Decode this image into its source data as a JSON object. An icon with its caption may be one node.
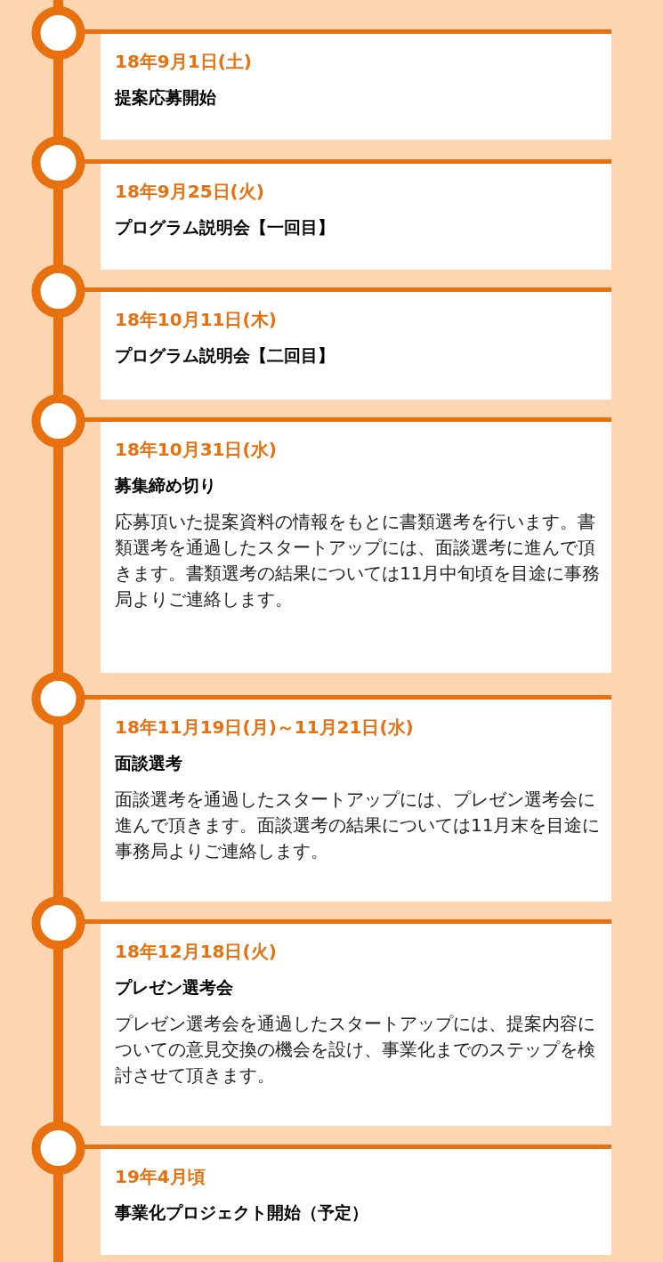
{
  "diagram": {
    "nodes": [
      {
        "text": [
          "18年9月1日(土)",
          "提案応募開始"
        ]
      },
      {
        "text": [
          "18年9月25日(火)",
          "プログラム説明会【一回目】"
        ]
      },
      {
        "text": [
          "18年10月11日(木)",
          "プログラム説明会【二回目】"
        ]
      },
      {
        "text": [
          "18年10月31日(水)",
          "募集締め切り",
          "応募頂いた提案資料の情報をもとに書類選考を行います。書類選考を通過したスタートアップには、面談選考に進んで頂きます。書類選考の結果については11月中旬頃を目途に事務局よりご連絡します。"
        ]
      },
      {
        "text": [
          "18年11月19日(月)～11月21日(水)",
          "面談選考",
          "面談選考を通過したスタートアップには、プレゼン選考会に進んで頂きます。面談選考の結果については11月末を目途に事務局よりご連絡します。"
        ]
      },
      {
        "text": [
          "18年12月18日(火)",
          "プレゼン選考会",
          "プレゼン選考会を通過したスタートアップには、提案内容についての意見交換の機会を設け、事業化までのステップを検討させて頂きます。"
        ]
      },
      {
        "text": [
          "19年4月頃",
          "事業化プロジェクト開始（予定）"
        ]
      }
    ]
  }
}
